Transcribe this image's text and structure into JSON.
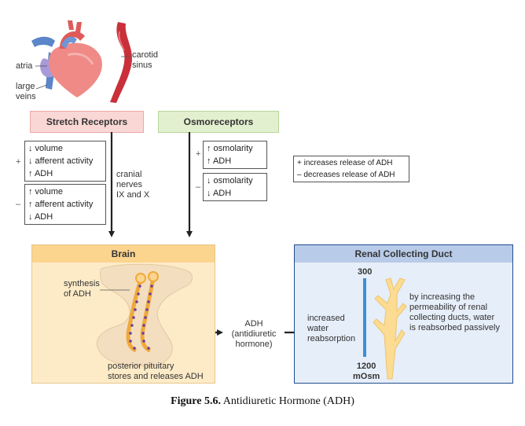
{
  "heart_labels": {
    "atria": "atria",
    "large_veins": "large\nveins",
    "carotid": "carotid\nsinus"
  },
  "stretch_receptors": "Stretch Receptors",
  "osmoreceptors": "Osmoreceptors",
  "stretch_plus": {
    "sign": "+",
    "lines": [
      "↓ volume",
      "↓ afferent activity",
      "↑ ADH"
    ]
  },
  "stretch_minus": {
    "sign": "–",
    "lines": [
      "↑ volume",
      "↑ afferent activity",
      "↓ ADH"
    ]
  },
  "cranial_nerves": "cranial\nnerves\nIX and X",
  "osmo_plus": {
    "sign": "+",
    "lines": [
      "↑ osmolarity",
      "↑ ADH"
    ]
  },
  "osmo_minus": {
    "sign": "–",
    "lines": [
      "↓ osmolarity",
      "↓ ADH"
    ]
  },
  "legend": {
    "plus": "+ increases release of ADH",
    "minus": "– decreases release of ADH"
  },
  "brain": {
    "title": "Brain",
    "synthesis": "synthesis\nof ADH",
    "posterior": "posterior pituitary\nstores and releases ADH"
  },
  "adh_label": "ADH\n(antidiuretic\nhormone)",
  "renal": {
    "title": "Renal Collecting Duct",
    "top_value": "300",
    "bottom_value": "1200\nmOsm",
    "increased": "increased\nwater\nreabsorption",
    "mechanism": "by increasing the\npermeability of renal\ncollecting ducts, water\nis reabsorbed passively"
  },
  "caption": {
    "bold": "Figure 5.6.",
    "rest": " Antidiuretic Hormone (ADH)"
  },
  "colors": {
    "stretch_bg": "#f9d7d5",
    "osmo_bg": "#e2f0cf",
    "brain_bg": "#fdebc8",
    "brain_title_bg": "#fbd48e",
    "renal_bg": "#e6eef9",
    "renal_title_bg": "#b8cbe8",
    "renal_border": "#1f4e8c"
  }
}
